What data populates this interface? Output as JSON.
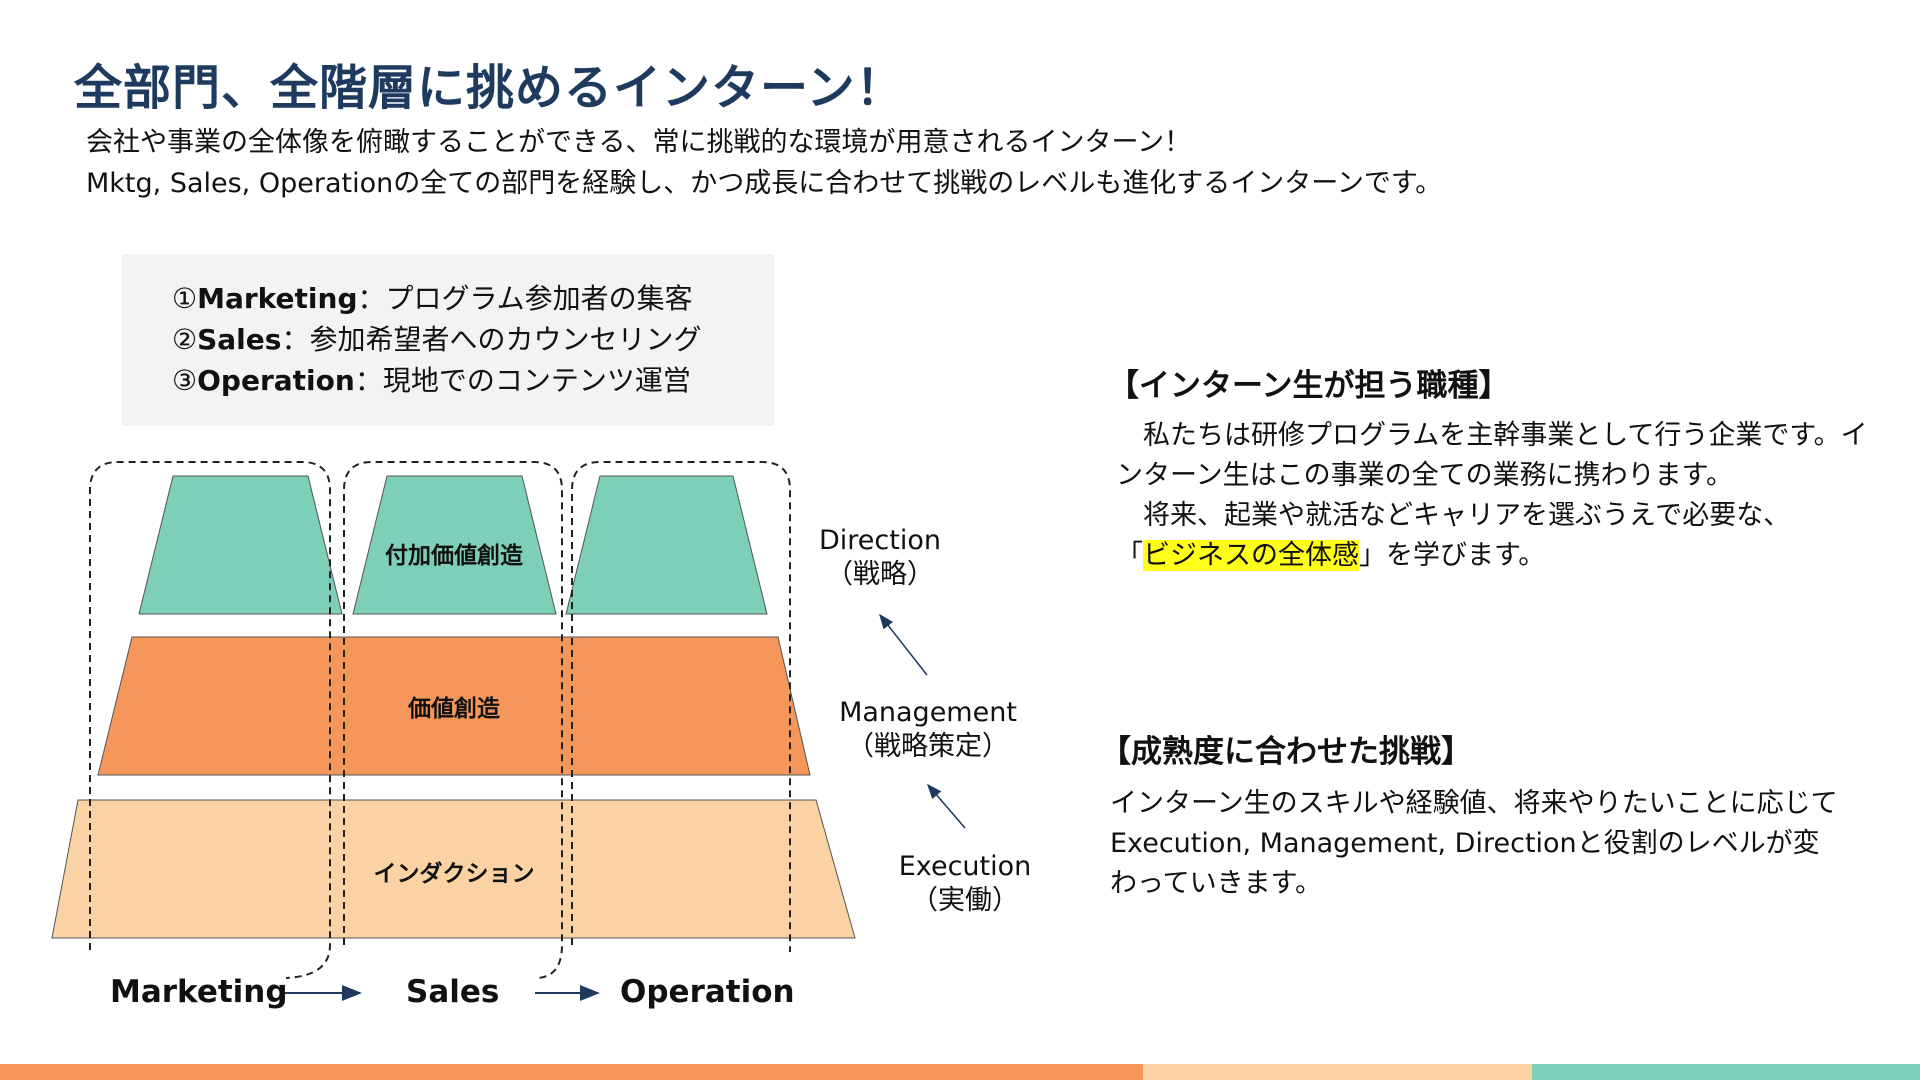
{
  "slide": {
    "title": "全部門、全階層に挑めるインターン！",
    "subtitle_lines": [
      "会社や事業の全体像を俯瞰することができる、常に挑戦的な環境が用意されるインターン！",
      "Mktg, Sales, Operationの全ての部門を経験し、かつ成長に合わせて挑戦のレベルも進化するインターンです。"
    ]
  },
  "roles_box": {
    "items": [
      {
        "num": "①",
        "name": "Marketing",
        "desc": "：プログラム参加者の集客"
      },
      {
        "num": "②",
        "name": "Sales",
        "desc": "：参加希望者へのカウンセリング"
      },
      {
        "num": "③",
        "name": "Operation",
        "desc": "：現地でのコンテンツ運営"
      }
    ]
  },
  "pyramid": {
    "tiers": [
      {
        "label": "付加価値創造",
        "color": "#7ecfb8"
      },
      {
        "label": "価値創造",
        "color": "#f5975a"
      },
      {
        "label": "インダクション",
        "color": "#fad2a4"
      }
    ],
    "flow": [
      "Marketing",
      "Sales",
      "Operation"
    ],
    "levels": [
      {
        "en": "Direction",
        "ja": "（戦略）"
      },
      {
        "en": "Management",
        "ja": "（戦略策定）"
      },
      {
        "en": "Execution",
        "ja": "（実働）"
      }
    ]
  },
  "roles_section": {
    "heading": "【インターン生が担う職種】",
    "line1": "　私たちは研修プログラムを主幹事業として行う企業です。イ",
    "line2": "ンターン生はこの事業の全ての業務に携わります。",
    "line3": "　将来、起業や就活などキャリアを選ぶうえで必要な、",
    "line4_prefix": "「",
    "line4_highlight": "ビジネスの全体感",
    "line4_suffix": "」を学びます。"
  },
  "challenge_section": {
    "heading": "【成熟度に合わせた挑戦】",
    "lines": [
      "インターン生のスキルや経験値、将来やりたいことに応じて",
      "Execution, Management, Directionと役割のレベルが変",
      "わっていきます。"
    ]
  },
  "colors": {
    "title": "#1e3a5f",
    "highlight": "#ffff1a",
    "bar_orange": "#f5975a",
    "bar_peach": "#fad2a4",
    "bar_teal": "#7ecfb8"
  }
}
